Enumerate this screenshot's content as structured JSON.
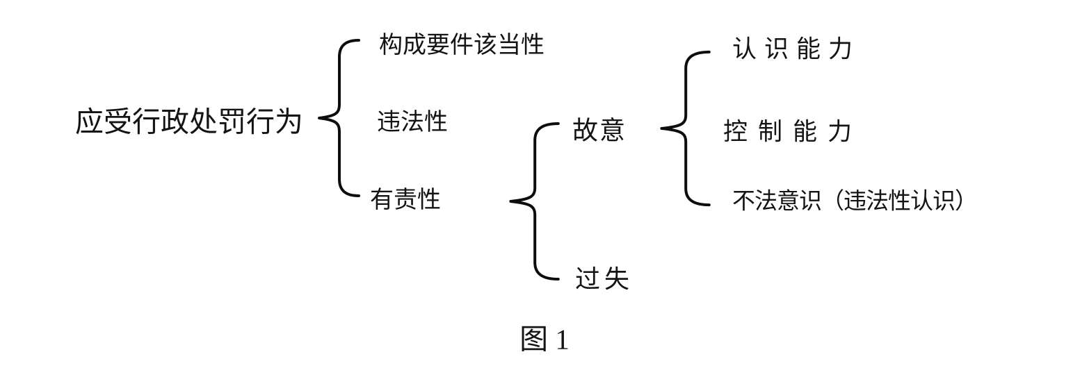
{
  "figure_caption": "图 1",
  "tree": {
    "root": {
      "label": "应受行政处罚行为",
      "children": [
        {
          "label": "构成要件该当性"
        },
        {
          "label": "违法性"
        },
        {
          "label": "有责性",
          "children": [
            {
              "label": "故意",
              "children": [
                {
                  "label": "认识能力"
                },
                {
                  "label": "控制能力"
                },
                {
                  "label": "不法意识（违法性认识）"
                }
              ]
            },
            {
              "label": "过失"
            }
          ]
        }
      ]
    }
  },
  "colors": {
    "background": "#ffffff",
    "text": "#141414",
    "line": "#0d0d0d"
  }
}
